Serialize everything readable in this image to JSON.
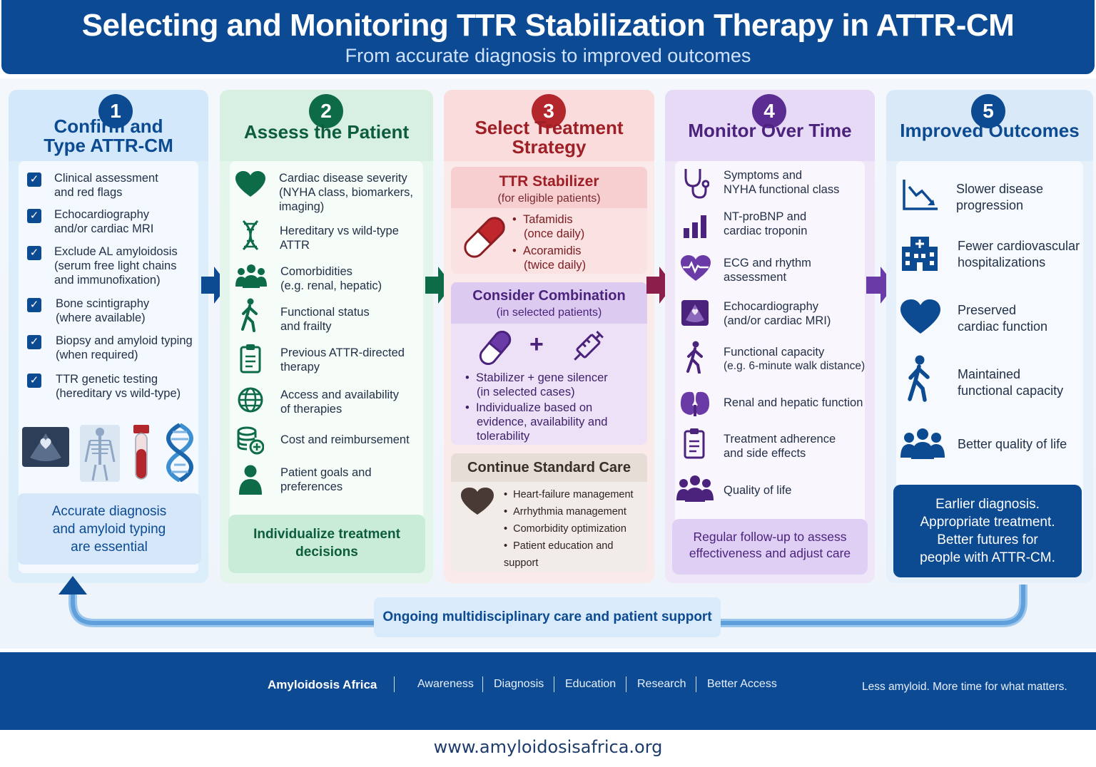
{
  "header": {
    "title": "Selecting and Monitoring TTR Stabilization Therapy in  ATTR-CM",
    "subtitle": "From accurate diagnosis to improved outcomes"
  },
  "columns": [
    {
      "number": "1",
      "title_lines": [
        "Confirm and",
        "Type ATTR-CM"
      ],
      "items": [
        {
          "lines": [
            "Clinical assessment",
            "and red flags"
          ]
        },
        {
          "lines": [
            "Echocardiography",
            "and/or cardiac MRI"
          ]
        },
        {
          "lines": [
            "Exclude AL amyloidosis",
            "(serum free light chains",
            "and immunofixation)"
          ]
        },
        {
          "lines": [
            "Bone scintigraphy",
            "(where available)"
          ]
        },
        {
          "lines": [
            "Biopsy and amyloid typing",
            "(when required)"
          ]
        },
        {
          "lines": [
            "TTR genetic testing",
            "(hereditary vs wild-type)"
          ]
        }
      ],
      "image_icons": [
        "echo-image-icon",
        "skeleton-scan-icon",
        "blood-tube-icon",
        "dna-icon"
      ],
      "note_lines": [
        "Accurate diagnosis",
        "and amyloid typing",
        "are essential"
      ],
      "color": "#0c4a92"
    },
    {
      "number": "2",
      "title_lines": [
        "Assess the Patient"
      ],
      "items": [
        {
          "icon": "heart-icon",
          "lines": [
            "Cardiac disease severity",
            "(NYHA class, biomarkers,",
            "imaging)"
          ]
        },
        {
          "icon": "dna-icon",
          "lines": [
            "Hereditary vs wild-type",
            "ATTR"
          ]
        },
        {
          "icon": "people-icon",
          "lines": [
            "Comorbidities",
            "(e.g. renal, hepatic)"
          ]
        },
        {
          "icon": "walking-person-icon",
          "lines": [
            "Functional status",
            "and frailty"
          ]
        },
        {
          "icon": "clipboard-icon",
          "lines": [
            "Previous ATTR-directed",
            "therapy"
          ]
        },
        {
          "icon": "globe-icon",
          "lines": [
            "Access and availability",
            "of therapies"
          ]
        },
        {
          "icon": "coins-icon",
          "lines": [
            "Cost and reimbursement"
          ]
        },
        {
          "icon": "person-icon",
          "lines": [
            "Patient goals and",
            "preferences"
          ]
        }
      ],
      "note_lines": [
        "Individualize treatment",
        "decisions"
      ],
      "color": "#0d6b47"
    },
    {
      "number": "3",
      "title_lines": [
        "Select Treatment",
        "Strategy"
      ],
      "stabilizer": {
        "title": "TTR Stabilizer",
        "subtitle": "(for eligible patients)",
        "items": [
          {
            "lines": [
              "Tafamidis",
              "(once daily)"
            ]
          },
          {
            "lines": [
              "Acoramidis",
              "(twice daily)"
            ]
          }
        ]
      },
      "combination": {
        "title": "Consider Combination",
        "subtitle": "(in selected patients)",
        "plus": "+",
        "items": [
          {
            "lines": [
              "Stabilizer + gene silencer",
              "(in selected cases)"
            ]
          },
          {
            "lines": [
              "Individualize based on",
              "evidence, availability and",
              "tolerability"
            ]
          }
        ]
      },
      "standard": {
        "title": "Continue Standard Care",
        "items": [
          "Heart-failure management",
          "Arrhythmia management",
          "Comorbidity optimization",
          "Patient education and support"
        ]
      },
      "color": "#b3262b"
    },
    {
      "number": "4",
      "title_lines": [
        "Monitor Over Time"
      ],
      "items": [
        {
          "icon": "stethoscope-icon",
          "lines": [
            "Symptoms and",
            "NYHA functional class"
          ]
        },
        {
          "icon": "bar-chart-icon",
          "lines": [
            "NT-proBNP and",
            "cardiac troponin"
          ]
        },
        {
          "icon": "heart-rhythm-icon",
          "lines": [
            "ECG and rhythm",
            "assessment"
          ]
        },
        {
          "icon": "echo-image-icon",
          "lines": [
            "Echocardiography",
            "(and/or cardiac MRI)"
          ]
        },
        {
          "icon": "walking-person-icon",
          "lines": [
            "Functional capacity",
            "(e.g. 6-minute walk distance)"
          ]
        },
        {
          "icon": "kidney-icon",
          "lines": [
            "Renal and hepatic function"
          ]
        },
        {
          "icon": "clipboard-icon",
          "lines": [
            "Treatment adherence",
            "and side effects"
          ]
        },
        {
          "icon": "people-icon",
          "lines": [
            "Quality of life"
          ]
        }
      ],
      "note_lines": [
        "Regular follow-up to assess",
        "effectiveness and adjust care"
      ],
      "color": "#5b2c91"
    },
    {
      "number": "5",
      "title_lines": [
        "Improved Outcomes"
      ],
      "items": [
        {
          "icon": "declining-chart-icon",
          "lines": [
            "Slower disease",
            "progression"
          ]
        },
        {
          "icon": "hospital-icon",
          "lines": [
            "Fewer cardiovascular",
            "hospitalizations"
          ]
        },
        {
          "icon": "heart-icon",
          "lines": [
            "Preserved",
            "cardiac function"
          ]
        },
        {
          "icon": "walking-person-icon",
          "lines": [
            "Maintained",
            "functional capacity"
          ]
        },
        {
          "icon": "people-icon",
          "lines": [
            "Better quality of life"
          ]
        }
      ],
      "note_lines": [
        "Earlier diagnosis.",
        "Appropriate treatment.",
        "Better futures for",
        "people with ATTR-CM."
      ],
      "color": "#0c4a92"
    }
  ],
  "loop_label": "Ongoing multidisciplinary care and patient support",
  "footer": {
    "brand": "Amyloidosis Africa",
    "links": [
      "Awareness",
      "Diagnosis",
      "Education",
      "Research",
      "Better Access"
    ],
    "tagline": "Less amyloid. More time for what matters."
  },
  "url": "www.amyloidosisafrica.org"
}
